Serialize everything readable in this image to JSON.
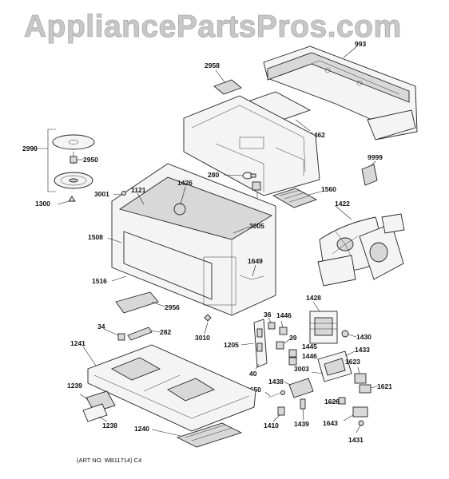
{
  "watermark": "AppliancePartsPros.com",
  "art_number": "(ART NO. WB11714) C4",
  "labels": {
    "p993": "993",
    "p2958": "2958",
    "p1462": "1462",
    "p2990": "2990",
    "p2950": "2950",
    "p9999": "9999",
    "p280": "280",
    "p1560": "1560",
    "p3001": "3001",
    "p1121": "1121",
    "p1426": "1426",
    "p34a": "34",
    "p1300": "1300",
    "p1422": "1422",
    "p3005": "3005",
    "p1508": "1508",
    "p1649": "1649",
    "p1516": "1516",
    "p2956": "2956",
    "p1428": "1428",
    "p36": "36",
    "p1446a": "1446",
    "p34b": "34",
    "p282": "282",
    "p3010": "3010",
    "p39": "39",
    "p1430": "1430",
    "p1205": "1205",
    "p1445": "1445",
    "p1433": "1433",
    "p1446b": "1446",
    "p1241": "1241",
    "p3003": "3003",
    "p1623": "1623",
    "p40": "40",
    "p1438": "1438",
    "p1621": "1621",
    "p1650": "1650",
    "p1239": "1239",
    "p1626": "1626",
    "p1238": "1238",
    "p1410": "1410",
    "p1439": "1439",
    "p1643": "1643",
    "p1240": "1240",
    "p1431": "1431"
  }
}
